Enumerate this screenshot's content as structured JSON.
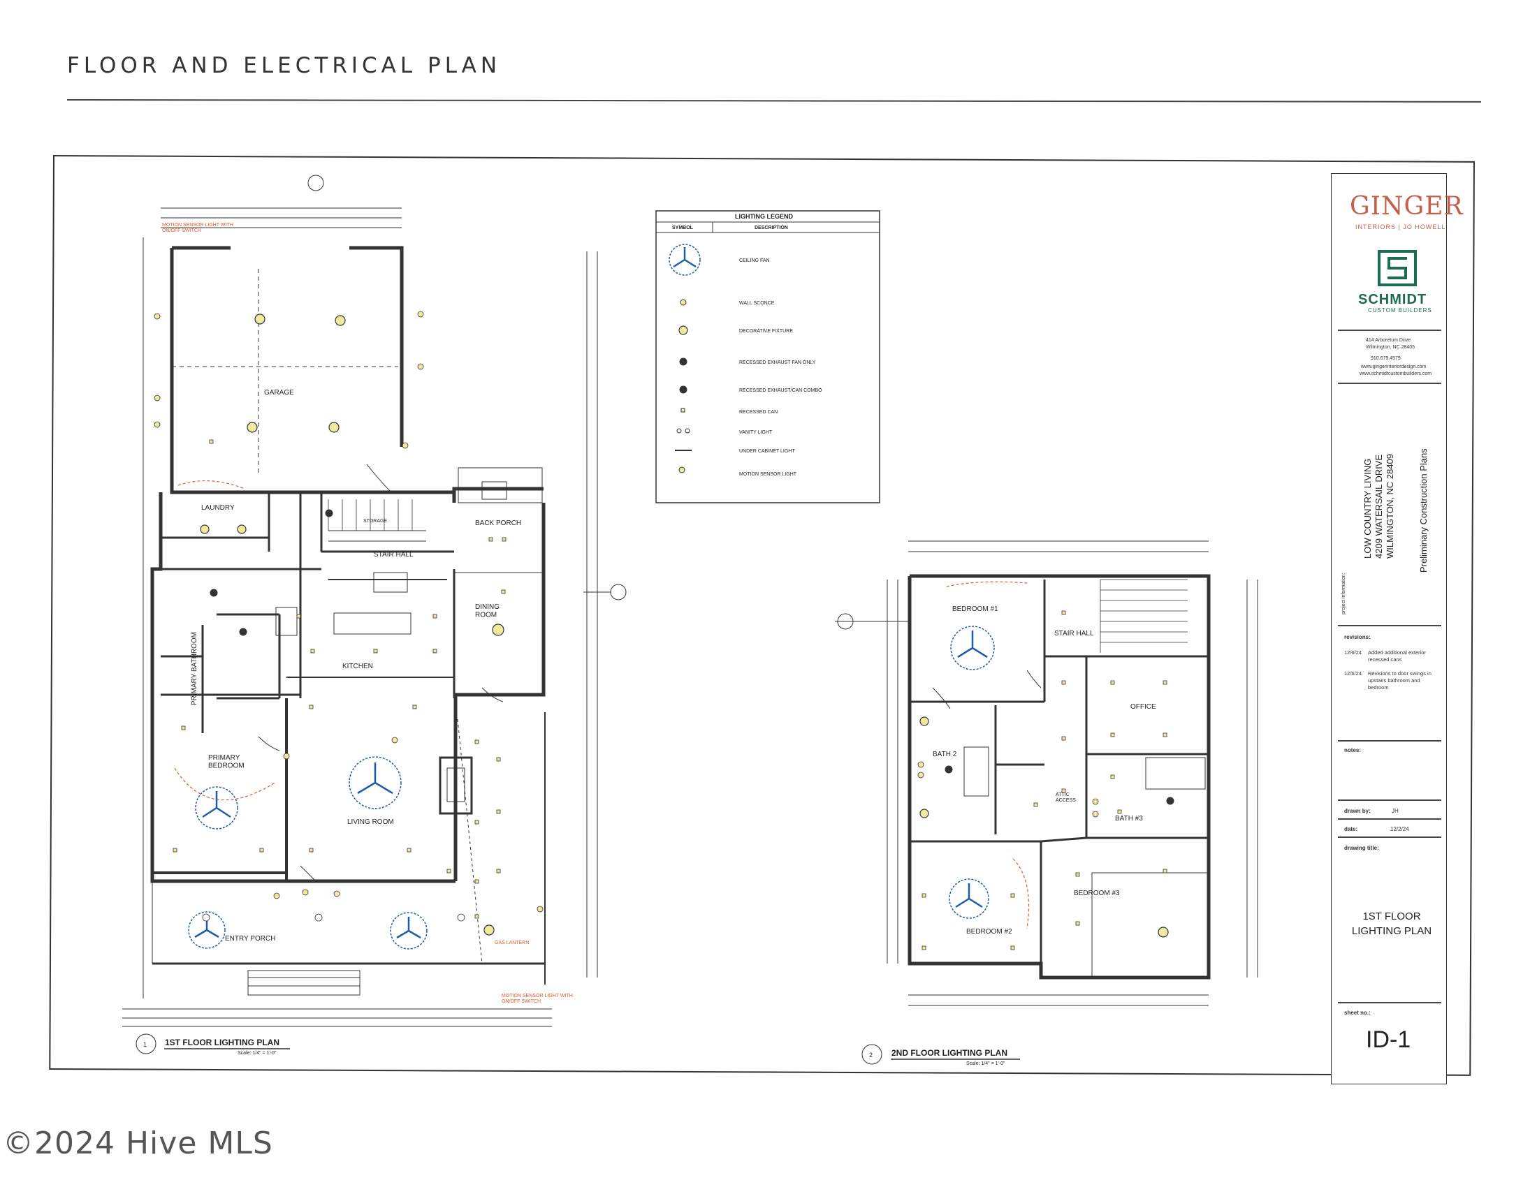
{
  "page_title": "FLOOR AND ELECTRICAL PLAN",
  "watermark": "©2024 Hive MLS",
  "legend": {
    "title": "LIGHTING LEGEND",
    "col_symbol": "SYMBOL",
    "col_description": "DESCRIPTION",
    "items": [
      {
        "icon": "ceiling-fan-icon",
        "description": "CEILING FAN"
      },
      {
        "icon": "wall-sconce-icon",
        "description": "WALL SCONCE"
      },
      {
        "icon": "decorative-fixture-icon",
        "description": "DECORATIVE FIXTURE"
      },
      {
        "icon": "exhaust-fan-icon",
        "description": "RECESSED EXHAUST FAN ONLY"
      },
      {
        "icon": "exhaust-can-combo-icon",
        "description": "RECESSED EXHAUST/CAN COMBO"
      },
      {
        "icon": "recessed-can-icon",
        "description": "RECESSED CAN"
      },
      {
        "icon": "vanity-light-icon",
        "description": "VANITY LIGHT"
      },
      {
        "icon": "under-cabinet-light-icon",
        "description": "UNDER CABINET LIGHT"
      },
      {
        "icon": "motion-sensor-light-icon",
        "description": "MOTION SENSOR LIGHT"
      }
    ]
  },
  "plan1": {
    "rooms": {
      "garage": "GARAGE",
      "laundry": "LAUNDRY",
      "storage": "STORAGE",
      "stair_hall": "STAIR HALL",
      "back_porch": "BACK PORCH",
      "dining_room": "DINING\nROOM",
      "kitchen": "KITCHEN",
      "primary_bathroom": "PRIMARY BATHROOM",
      "primary_bedroom": "PRIMARY\nBEDROOM",
      "living_room": "LIVING ROOM",
      "entry_porch": "ENTRY PORCH"
    },
    "notes": {
      "motion_top": "MOTION SENSOR LIGHT WITH\nON/OFF SWITCH",
      "motion_bottom": "MOTION SENSOR LIGHT WITH\nON/OFF SWITCH",
      "gas_lantern": "GAS LANTERN"
    },
    "title_number": "1",
    "title": "1ST FLOOR LIGHTING PLAN",
    "scale": "Scale: 1/4\" = 1'-0\""
  },
  "plan2": {
    "rooms": {
      "bedroom1": "BEDROOM #1",
      "stair_hall": "STAIR HALL",
      "office": "OFFICE",
      "bath2": "BATH 2",
      "bath3": "BATH #3",
      "bedroom2": "BEDROOM #2",
      "bedroom3": "BEDROOM #3",
      "attic": "ATTIC\nACCESS"
    },
    "title_number": "2",
    "title": "2ND FLOOR LIGHTING PLAN",
    "scale": "Scale: 1/4\" = 1'-0\""
  },
  "title_block": {
    "ginger": "GINGER",
    "ginger_sub": "INTERIORS | JO HOWELL",
    "schmidt": "SCHMIDT",
    "schmidt_sub": "CUSTOM BUILDERS",
    "address1": "414 Arboretum Drive",
    "address2": "Wilmington, NC 28405",
    "phone": "910.679.4579",
    "web1": "www.gingerinteriordesign.com",
    "web2": "www.schmidtcustombuilders.com",
    "project_info_label": "project information:",
    "project_line1": "LOW COUNTRY LIVING",
    "project_line2": "4209 WATERSAIL DRIVE",
    "project_line3": "WILMINGTON, NC 28409",
    "status": "Preliminary Construction Plans",
    "revisions_label": "revisions:",
    "rev1_date": "12/6/24",
    "rev1_text": "Added additional exterior recessed cans",
    "rev2_date": "12/6/24",
    "rev2_text": "Revisions to door swings in upstairs bathroom and bedroom",
    "notes_label": "notes:",
    "drawn_by_label": "drawn by:",
    "drawn_by": "JH",
    "date_label": "date:",
    "date": "12/2/24",
    "drawing_title_label": "drawing title:",
    "drawing_title_1": "1ST FLOOR",
    "drawing_title_2": "LIGHTING PLAN",
    "sheet_no_label": "sheet no.:",
    "sheet_no": "ID-1"
  }
}
